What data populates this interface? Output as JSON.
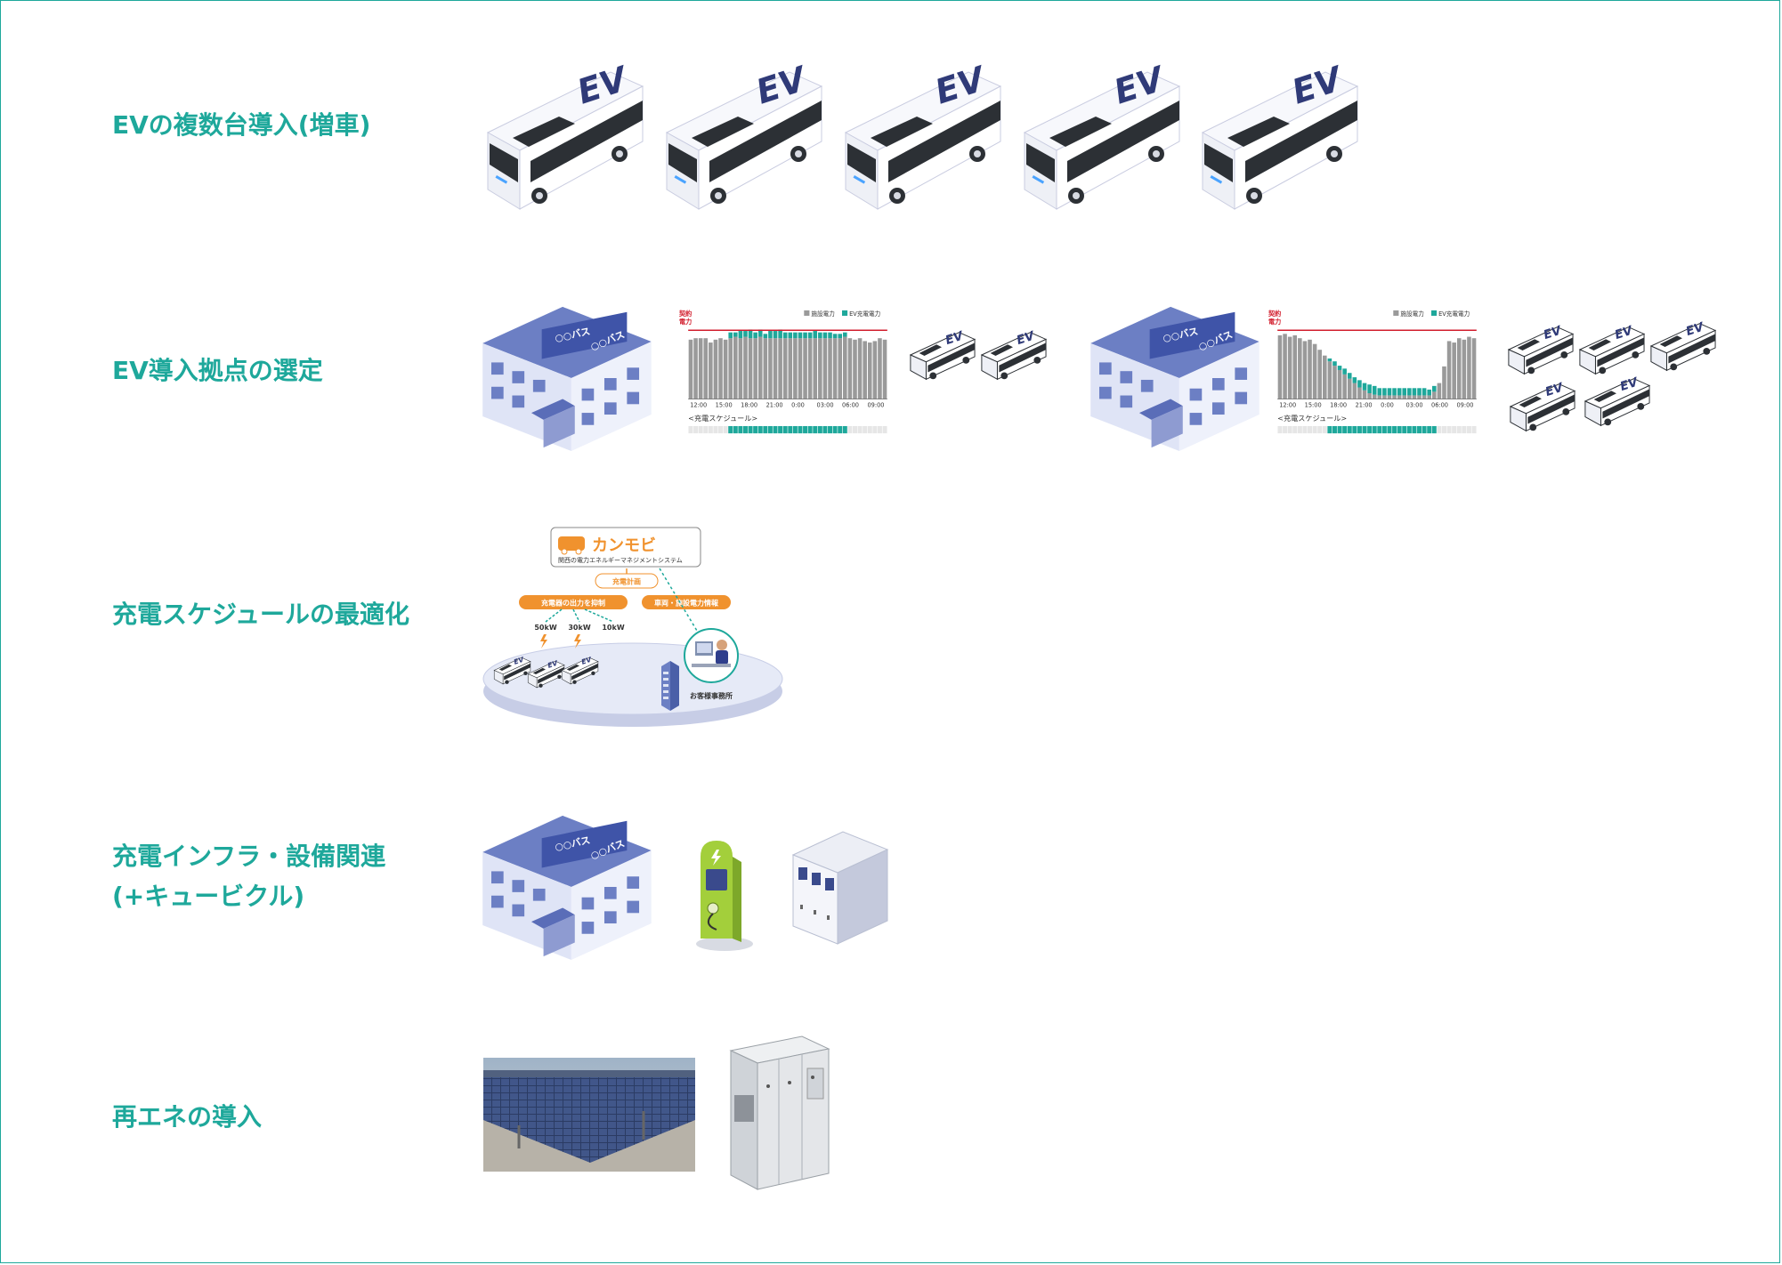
{
  "accent_color": "#1ea89b",
  "rows": {
    "row1_label": "EVの複数台導入(増車)",
    "row2_label": "EV導入拠点の選定",
    "row3_label": "充電スケジュールの最適化",
    "row4_label_line1": "充電インフラ・設備関連",
    "row4_label_line2": "(+キュービクル)",
    "row5_label": "再エネの導入"
  },
  "bus_badge": "EV",
  "building_sign": "○○バス",
  "charts": {
    "contract_label_line1": "契約",
    "contract_label_line2": "電力",
    "legend_facility": "施設電力",
    "legend_ev": "EV充電電力",
    "x_ticks": [
      "12:00",
      "15:00",
      "18:00",
      "21:00",
      "0:00",
      "03:00",
      "06:00",
      "09:00"
    ],
    "schedule_label": "<充電スケジュール>"
  },
  "chart_data": [
    {
      "type": "bar",
      "series": [
        {
          "name": "施設電力",
          "values": [
            0.82,
            0.84,
            0.84,
            0.84,
            0.78,
            0.82,
            0.84,
            0.82,
            0.84,
            0.86,
            0.84,
            0.86,
            0.84,
            0.84,
            0.86,
            0.84,
            0.84,
            0.84,
            0.84,
            0.84,
            0.84,
            0.84,
            0.84,
            0.84,
            0.84,
            0.84,
            0.84,
            0.84,
            0.84,
            0.84,
            0.84,
            0.86,
            0.84,
            0.82,
            0.84,
            0.8,
            0.78,
            0.8,
            0.84,
            0.82
          ]
        },
        {
          "name": "EV充電電力",
          "values": [
            0,
            0,
            0,
            0,
            0,
            0,
            0,
            0,
            0.08,
            0.06,
            0.1,
            0.08,
            0.12,
            0.08,
            0.1,
            0.06,
            0.1,
            0.1,
            0.12,
            0.08,
            0.08,
            0.08,
            0.08,
            0.08,
            0.08,
            0.1,
            0.08,
            0.08,
            0.08,
            0.06,
            0.06,
            0.06,
            0,
            0,
            0,
            0,
            0,
            0,
            0,
            0
          ]
        }
      ],
      "contract_level": 0.95
    },
    {
      "type": "bar",
      "series": [
        {
          "name": "施設電力",
          "values": [
            0.88,
            0.9,
            0.86,
            0.88,
            0.84,
            0.8,
            0.82,
            0.76,
            0.68,
            0.6,
            0.52,
            0.46,
            0.4,
            0.34,
            0.28,
            0.22,
            0.16,
            0.12,
            0.08,
            0.06,
            0.05,
            0.05,
            0.05,
            0.05,
            0.05,
            0.05,
            0.05,
            0.05,
            0.05,
            0.05,
            0.05,
            0.1,
            0.22,
            0.45,
            0.8,
            0.78,
            0.84,
            0.82,
            0.86,
            0.84
          ]
        },
        {
          "name": "EV充電電力",
          "values": [
            0,
            0,
            0,
            0,
            0,
            0,
            0,
            0,
            0,
            0,
            0.04,
            0.06,
            0.06,
            0.08,
            0.08,
            0.08,
            0.1,
            0.1,
            0.12,
            0.12,
            0.1,
            0.1,
            0.1,
            0.1,
            0.1,
            0.1,
            0.1,
            0.1,
            0.1,
            0.1,
            0.08,
            0.08,
            0,
            0,
            0,
            0,
            0,
            0,
            0,
            0
          ]
        }
      ],
      "contract_level": 0.95
    }
  ],
  "ems": {
    "logo_text": "カンモビ",
    "subtitle": "関西の電力エネルギーマネジメントシステム",
    "plan_label": "充電計画",
    "suppress_label": "充電器の出力を抑制",
    "info_label": "車両・施設電力情報",
    "kw1": "50kW",
    "kw2": "30kW",
    "kw3": "10kW",
    "office_label": "お客様事務所"
  }
}
